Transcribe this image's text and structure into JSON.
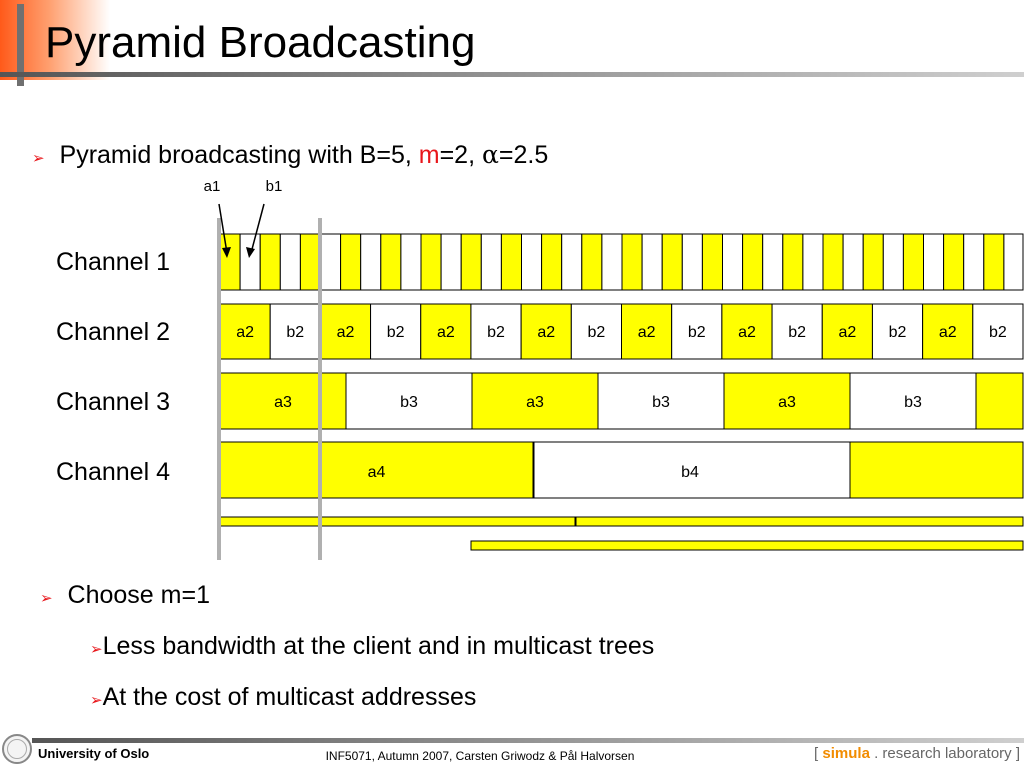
{
  "slide": {
    "title": "Pyramid Broadcasting",
    "bullet1": {
      "prefix": "Pyramid broadcasting with B=5, ",
      "m": "m",
      "mid": "=2, ",
      "alpha": "α",
      "suffix": "=2.5"
    },
    "bullet2": "Choose m=1",
    "sub_bullets": [
      "Less bandwidth at the client and in multicast trees",
      "At the cost of multicast addresses"
    ]
  },
  "diagram": {
    "pointer_labels": [
      "a1",
      "b1"
    ],
    "channel_labels": [
      "Channel 1",
      "Channel 2",
      "Channel 3",
      "Channel 4"
    ],
    "channel2_segments": [
      "a2",
      "b2",
      "a2",
      "b2",
      "a2",
      "b2",
      "a2",
      "b2",
      "a2",
      "b2",
      "a2",
      "b2",
      "a2",
      "b2",
      "a2",
      "b2"
    ],
    "channel3_segments": [
      "a3",
      "b3",
      "a3",
      "b3",
      "a3",
      "b3"
    ],
    "channel4_segments": [
      "a4",
      "b4"
    ],
    "colors": {
      "highlight": "#ffff00",
      "plain": "#ffffff",
      "line": "#000000",
      "time_marker": "#b0b0b0"
    }
  },
  "footer": {
    "university": "University of Oslo",
    "course": "INF5071,  Autumn 2007,  Carsten Griwodz & Pål Halvorsen",
    "lab_open": "[ ",
    "lab_brand": "simula",
    "lab_rest": " . research laboratory ]"
  }
}
